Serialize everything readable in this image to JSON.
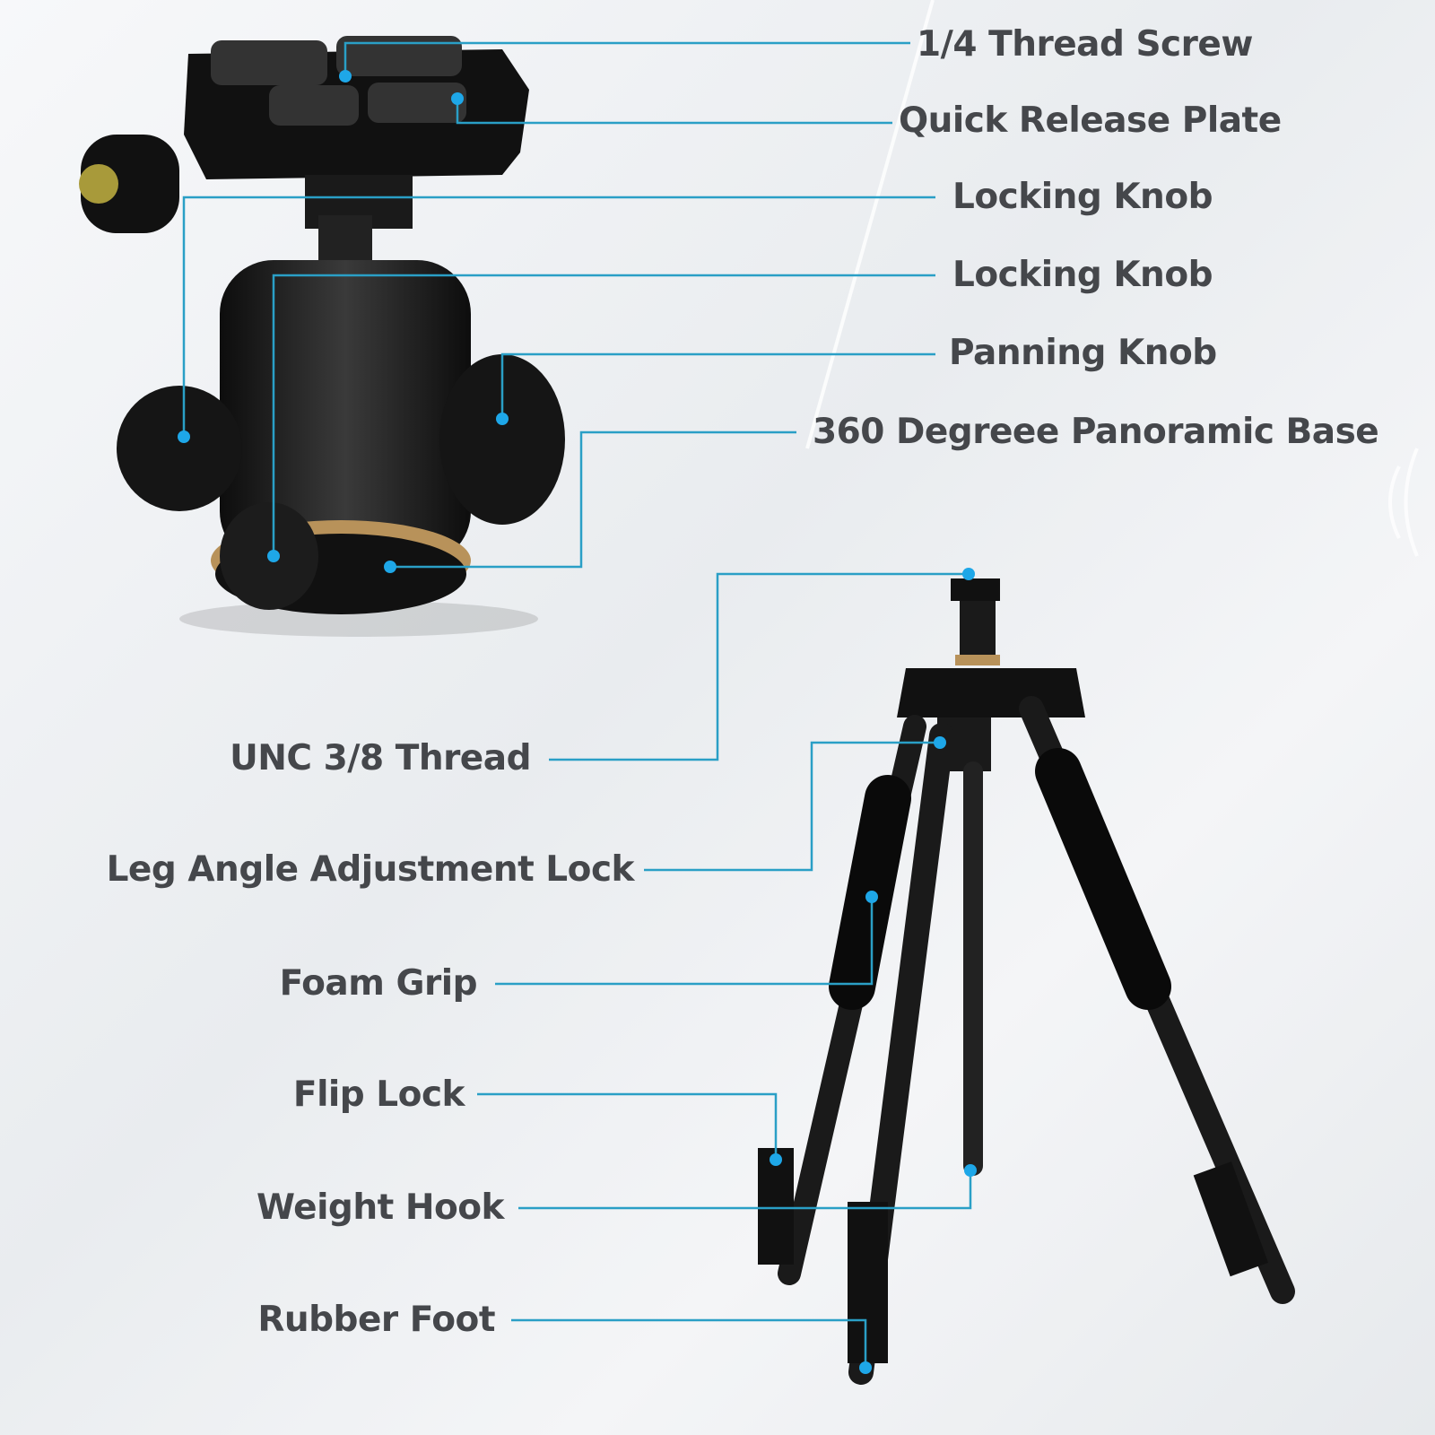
{
  "colors": {
    "text": "#45474b",
    "leader": "#2a9fc6",
    "dot": "#1ea7e8",
    "product": "#1a1a1a",
    "accent_gold": "#b8925a"
  },
  "ball_head_labels": [
    "1/4 Thread Screw",
    "Quick Release Plate",
    "Locking Knob",
    "Locking Knob",
    "Panning Knob",
    "360 Degreee Panoramic Base"
  ],
  "tripod_labels": [
    "UNC 3/8 Thread",
    "Leg Angle Adjustment Lock",
    "Foam Grip",
    "Flip Lock",
    "Weight Hook",
    "Rubber Foot"
  ]
}
